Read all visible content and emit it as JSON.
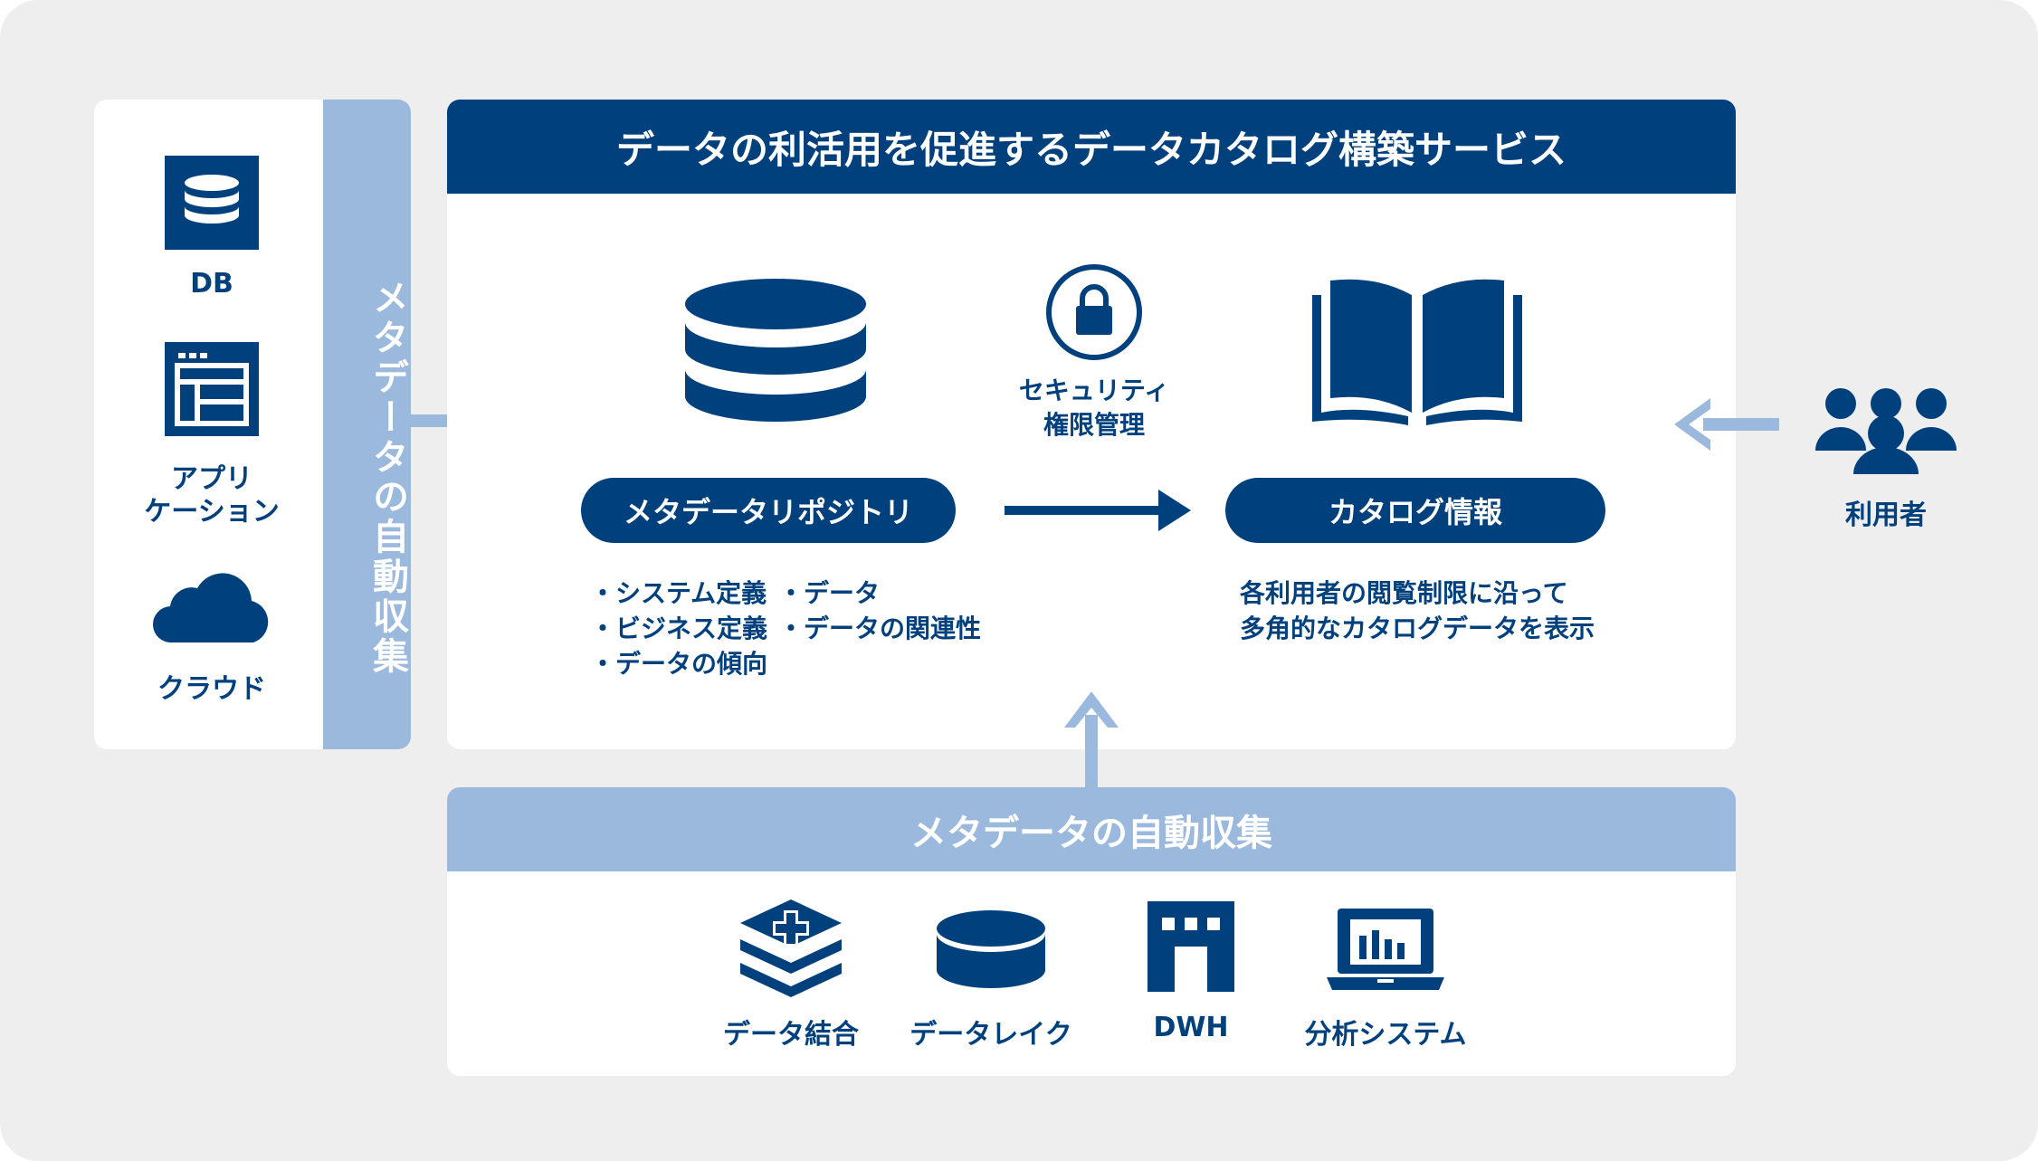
{
  "title": "データの利活用を促進するデータカタログ構築サービス",
  "sources": {
    "db": "DB",
    "app_line1": "アプリ",
    "app_line2": "ケーション",
    "cloud": "クラウド"
  },
  "left_bar_label": "メタデータの自動収集",
  "security_line1": "セキュリティ",
  "security_line2": "権限管理",
  "repository": {
    "label": "メタデータリポジトリ",
    "items": [
      "・システム定義",
      "・ビジネス定義",
      "・データの傾向",
      "・データ",
      "・データの関連性"
    ]
  },
  "catalog": {
    "label": "カタログ情報",
    "desc_line1": "各利用者の閲覧制限に沿って",
    "desc_line2": "多角的なカタログデータを表示"
  },
  "users_label": "利用者",
  "bottom_bar_label": "メタデータの自動収集",
  "bottom_items": {
    "data_merge": "データ結合",
    "data_lake": "データレイク",
    "dwh": "DWH",
    "analysis": "分析システム"
  },
  "colors": {
    "navy": "#00407d",
    "light_blue": "#9bb9dc",
    "background": "#eeeeee"
  }
}
